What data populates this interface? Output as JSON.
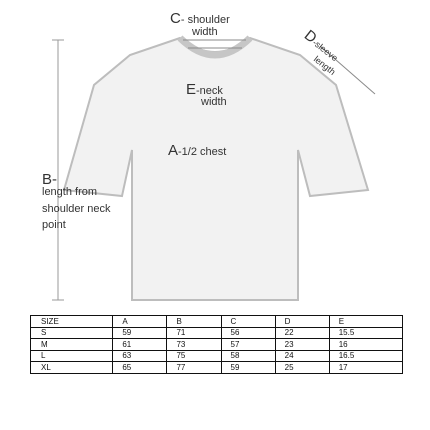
{
  "labels": {
    "shoulder_letter": "C",
    "shoulder_text_1": "- shoulder",
    "shoulder_text_2": "width",
    "sleeve_letter": "D",
    "sleeve_text_1": "-sleeve",
    "sleeve_text_2": "length",
    "neck_letter": "E",
    "neck_text_1": "-neck",
    "neck_text_2": "width",
    "chest_letter": "A",
    "chest_text": "-1/2 chest",
    "length_letter": "B-",
    "length_text_1": "length from",
    "length_text_2": "shoulder neck",
    "length_text_3": "point"
  },
  "table": {
    "header": [
      "SIZE",
      "A",
      "B",
      "C",
      "D",
      "E"
    ],
    "rows": [
      [
        "S",
        "59",
        "71",
        "56",
        "22",
        "15.5"
      ],
      [
        "M",
        "61",
        "73",
        "57",
        "23",
        "16"
      ],
      [
        "L",
        "63",
        "75",
        "58",
        "24",
        "16.5"
      ],
      [
        "XL",
        "65",
        "77",
        "59",
        "25",
        "17"
      ]
    ]
  },
  "colors": {
    "shirt_fill": "#f2f2f2",
    "shirt_outline": "#bdbdbd",
    "line": "#9a9a9a"
  }
}
